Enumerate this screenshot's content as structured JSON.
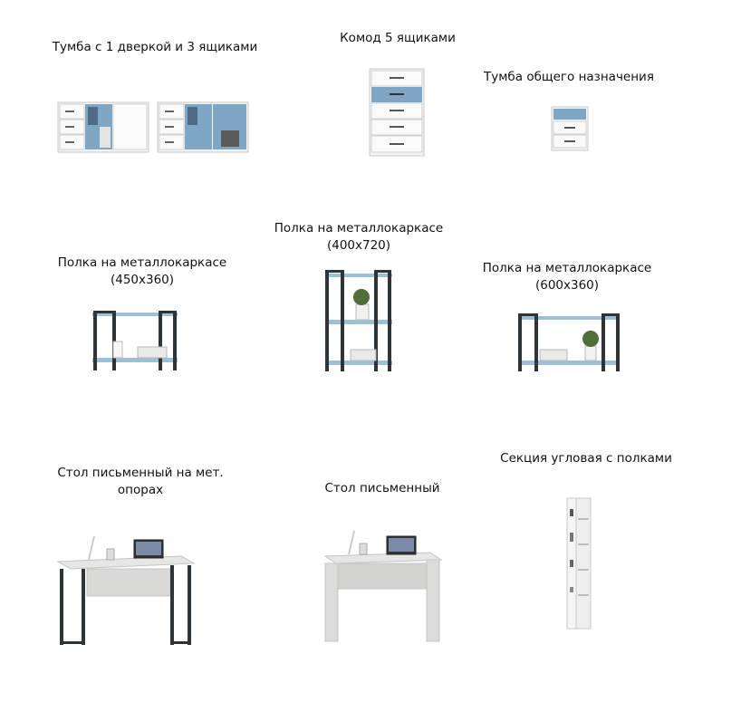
{
  "catalog": {
    "items": [
      {
        "label_lines": [
          "Тумба с 1 дверкой и 3 ящиками"
        ]
      },
      {
        "label_lines": [
          "Комод 5 ящиками"
        ]
      },
      {
        "label_lines": [
          "Тумба общего назначения"
        ]
      },
      {
        "label_lines": [
          "Полка на металлокаркасе",
          "(450х360)"
        ]
      },
      {
        "label_lines": [
          "Полка на металлокаркасе",
          "(400х720)"
        ]
      },
      {
        "label_lines": [
          "Полка на металлокаркасе",
          "(600х360)"
        ]
      },
      {
        "label_lines": [
          "Стол письменный на мет.",
          "опорах"
        ]
      },
      {
        "label_lines": [
          "Стол письменный"
        ]
      },
      {
        "label_lines": [
          "Секция угловая с полками"
        ]
      }
    ]
  },
  "colors": {
    "body_white": "#f2f2f2",
    "edge_gray": "#c8c8c8",
    "accent_blue": "#7fa6c4",
    "shelf_blue": "#9cc0d6",
    "metal_dark": "#2f3438",
    "desk_top": "#e6e6e4"
  }
}
